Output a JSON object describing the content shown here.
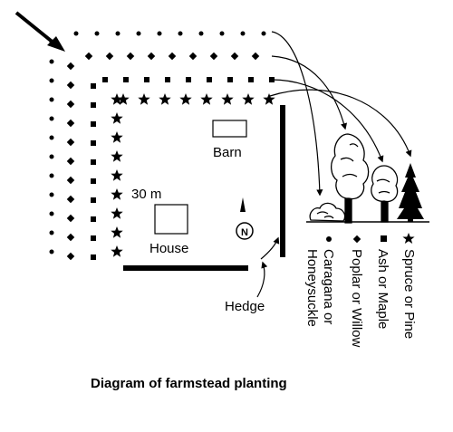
{
  "labels": {
    "barn": "Barn",
    "house": "House",
    "distance": "30 m",
    "hedge": "Hedge",
    "compass_letter": "N",
    "caption": "Diagram of farmstead planting"
  },
  "legend": [
    {
      "symbol": "dot",
      "text": "Caragana or",
      "text2": "Honeysuckle"
    },
    {
      "symbol": "diamond",
      "text": "Poplar or Willow"
    },
    {
      "symbol": "square",
      "text": "Ash or Maple"
    },
    {
      "symbol": "star",
      "text": "Spruce or Pine"
    }
  ],
  "colors": {
    "ink": "#000000",
    "background": "#ffffff"
  }
}
